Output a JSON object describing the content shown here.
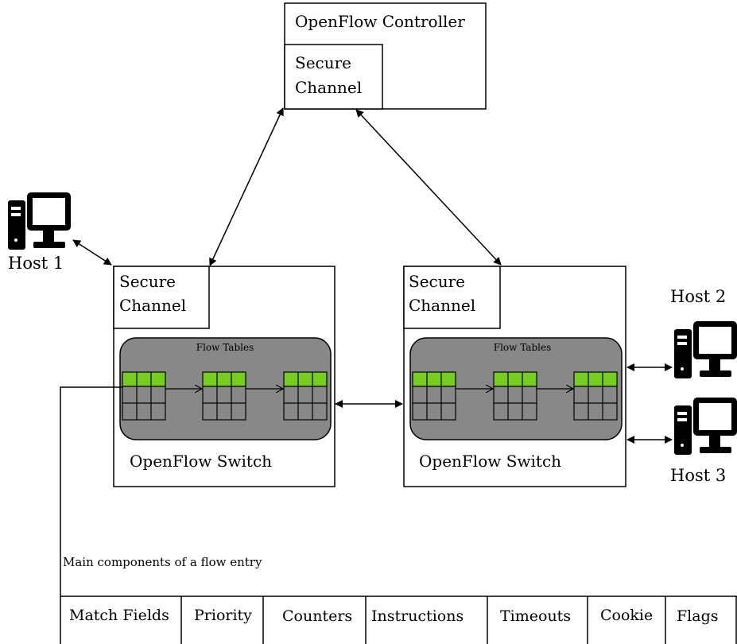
{
  "controller": {
    "title": "OpenFlow Controller",
    "channel_line1": "Secure",
    "channel_line2": "Channel"
  },
  "switch_left": {
    "channel_line1": "Secure",
    "channel_line2": "Channel",
    "flow_tables_label": "Flow Tables",
    "switch_label": "OpenFlow Switch"
  },
  "switch_right": {
    "channel_line1": "Secure",
    "channel_line2": "Channel",
    "flow_tables_label": "Flow Tables",
    "switch_label": "OpenFlow Switch"
  },
  "hosts": {
    "host1": "Host 1",
    "host2": "Host 2",
    "host3": "Host 3"
  },
  "flow_entry": {
    "caption": "Main components of a flow entry",
    "fields": [
      "Match Fields",
      "Priority",
      "Counters",
      "Instructions",
      "Timeouts",
      "Cookie",
      "Flags"
    ]
  },
  "colors": {
    "table_header": "#77cc22",
    "flow_tables_bg": "#888888"
  }
}
